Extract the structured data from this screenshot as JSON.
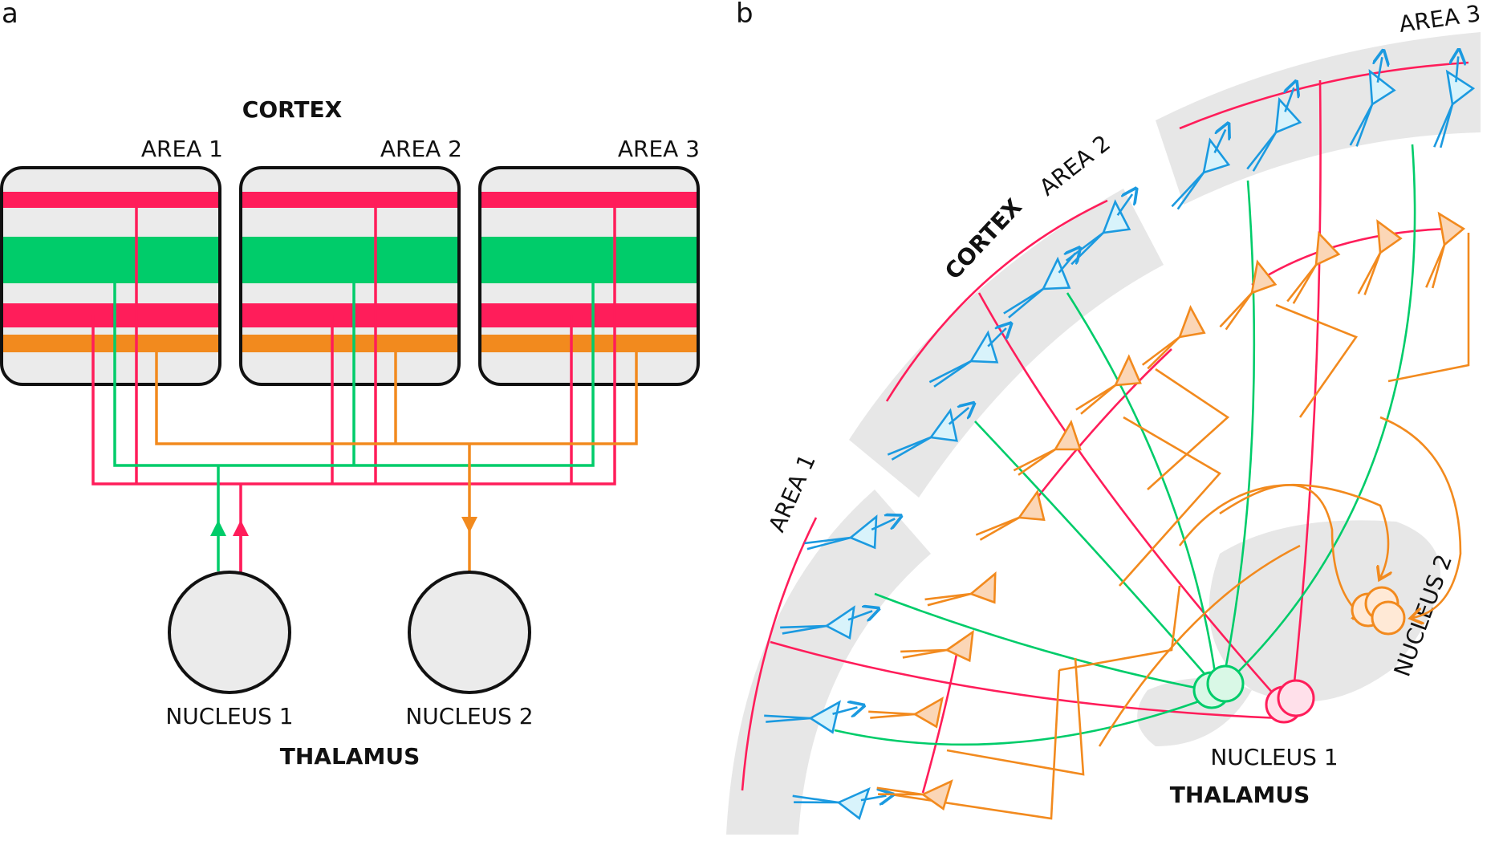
{
  "panel_a": {
    "letter": "a",
    "title": "CORTEX",
    "areas": [
      "AREA 1",
      "AREA 2",
      "AREA 3"
    ],
    "nuclei": [
      "NUCLEUS 1",
      "NUCLEUS 2"
    ],
    "bottom_title": "THALAMUS"
  },
  "panel_b": {
    "letter": "b",
    "title": "CORTEX",
    "areas": [
      "AREA 1",
      "AREA 2",
      "AREA 3"
    ],
    "nucleus_1": "NUCLEUS 1",
    "nucleus_2": "NUCLEUS 2",
    "bottom_title": "THALAMUS"
  },
  "colors": {
    "red": "#ff1d5a",
    "green": "#00cc6a",
    "orange": "#f28a1e",
    "blue": "#1b9ae0",
    "gray": "#ebebeb"
  }
}
